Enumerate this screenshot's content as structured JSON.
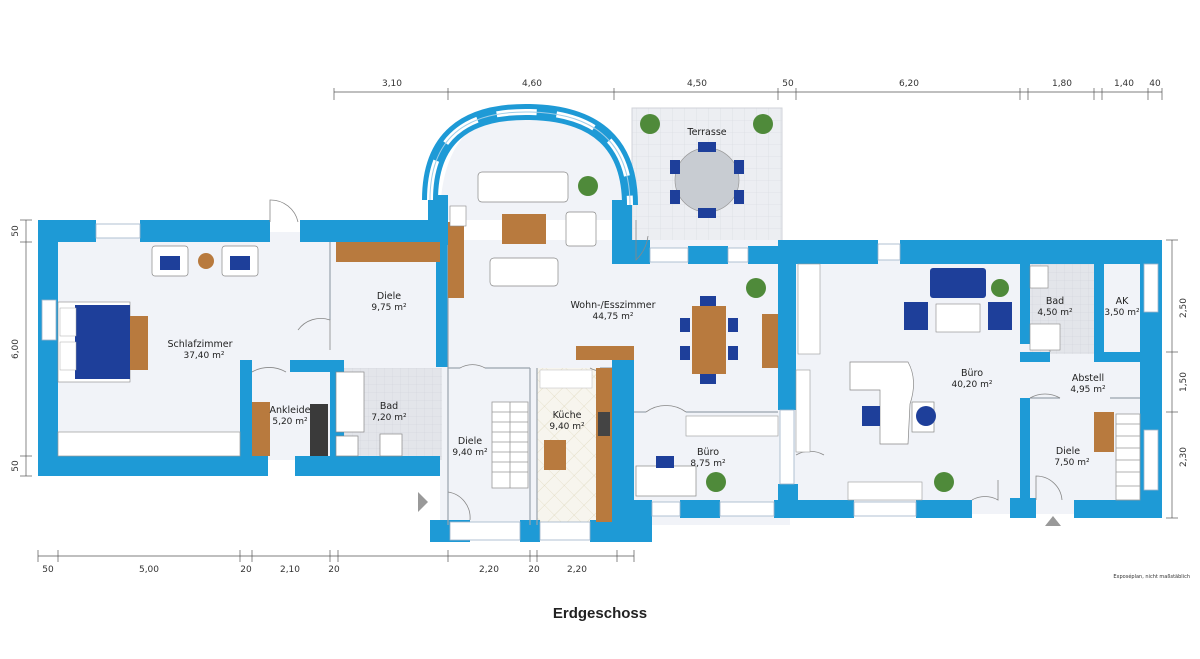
{
  "title": "Erdgeschoss",
  "note": "Exposéplan, nicht maßstäblich",
  "dims_top": [
    "3,10",
    "4,60",
    "4,50",
    "50",
    "6,20",
    "1,80",
    "1,40",
    "40"
  ],
  "dims_bottom": [
    "50",
    "5,00",
    "20",
    "2,10",
    "20",
    "2,20",
    "20",
    "2,20"
  ],
  "dims_left": [
    "50",
    "6,00",
    "50"
  ],
  "dims_right": [
    "2,50",
    "1,50",
    "2,30"
  ],
  "rooms": [
    {
      "name": "Terrasse",
      "area": ""
    },
    {
      "name": "Schlafzimmer",
      "area": "37,40 m²"
    },
    {
      "name": "Diele",
      "area": "9,75 m²"
    },
    {
      "name": "Wohn-/Esszimmer",
      "area": "44,75 m²"
    },
    {
      "name": "Ankleide",
      "area": "5,20 m²"
    },
    {
      "name": "Bad",
      "area": "7,20 m²"
    },
    {
      "name": "Diele",
      "area": "9,40 m²"
    },
    {
      "name": "Küche",
      "area": "9,40 m²"
    },
    {
      "name": "Büro",
      "area": "8,75 m²"
    },
    {
      "name": "Büro",
      "area": "40,20 m²"
    },
    {
      "name": "Bad",
      "area": "4,50 m²"
    },
    {
      "name": "AK",
      "area": "3,50 m²"
    },
    {
      "name": "Abstell",
      "area": "4,95 m²"
    },
    {
      "name": "Diele",
      "area": "7,50 m²"
    }
  ],
  "colors": {
    "wall": "#1e9ad6",
    "floor": "#f1f3f8",
    "tile": "#e4e6ea",
    "furniture": "#1e3f9a",
    "wood": "#b87a3e"
  }
}
